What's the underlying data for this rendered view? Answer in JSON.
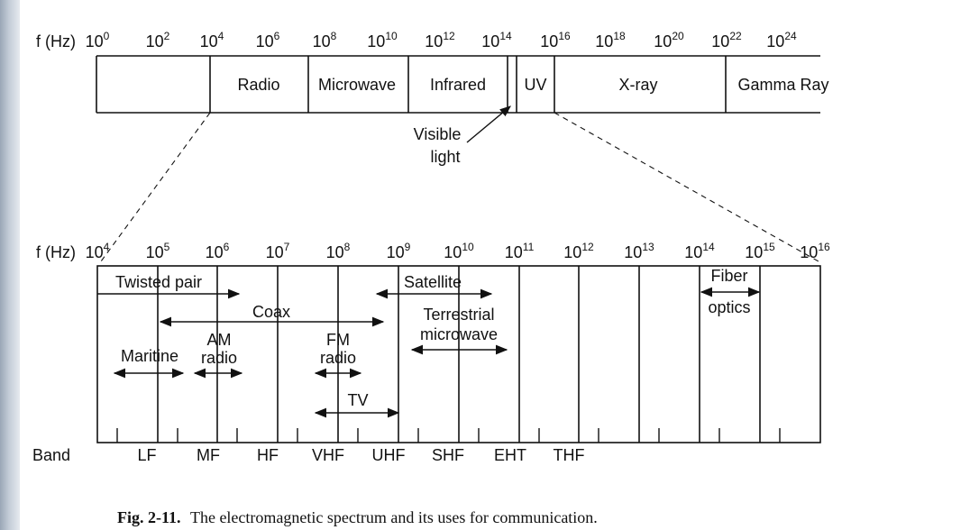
{
  "freq_label": "f (Hz)",
  "top_scale": {
    "ticks": [
      {
        "base": "10",
        "exp": "0"
      },
      {
        "base": "10",
        "exp": "2"
      },
      {
        "base": "10",
        "exp": "4"
      },
      {
        "base": "10",
        "exp": "6"
      },
      {
        "base": "10",
        "exp": "8"
      },
      {
        "base": "10",
        "exp": "10"
      },
      {
        "base": "10",
        "exp": "12"
      },
      {
        "base": "10",
        "exp": "14"
      },
      {
        "base": "10",
        "exp": "16"
      },
      {
        "base": "10",
        "exp": "18"
      },
      {
        "base": "10",
        "exp": "20"
      },
      {
        "base": "10",
        "exp": "22"
      },
      {
        "base": "10",
        "exp": "24"
      }
    ],
    "regions": [
      "Radio",
      "Microwave",
      "Infrared",
      "UV",
      "X-ray",
      "Gamma Ray"
    ],
    "visible_light": [
      "Visible",
      "light"
    ]
  },
  "bottom_scale": {
    "ticks": [
      {
        "base": "10",
        "exp": "4"
      },
      {
        "base": "10",
        "exp": "5"
      },
      {
        "base": "10",
        "exp": "6"
      },
      {
        "base": "10",
        "exp": "7"
      },
      {
        "base": "10",
        "exp": "8"
      },
      {
        "base": "10",
        "exp": "9"
      },
      {
        "base": "10",
        "exp": "10"
      },
      {
        "base": "10",
        "exp": "11"
      },
      {
        "base": "10",
        "exp": "12"
      },
      {
        "base": "10",
        "exp": "13"
      },
      {
        "base": "10",
        "exp": "14"
      },
      {
        "base": "10",
        "exp": "15"
      },
      {
        "base": "10",
        "exp": "16"
      }
    ],
    "uses": {
      "twisted_pair": "Twisted pair",
      "coax": "Coax",
      "satellite": "Satellite",
      "terrestrial": [
        "Terrestrial",
        "microwave"
      ],
      "fiber": [
        "Fiber",
        "optics"
      ],
      "maritime": "Maritine",
      "am": [
        "AM",
        "radio"
      ],
      "fm": [
        "FM",
        "radio"
      ],
      "tv": "TV"
    },
    "band_label": "Band",
    "bands": [
      "LF",
      "MF",
      "HF",
      "VHF",
      "UHF",
      "SHF",
      "EHT",
      "THF"
    ]
  },
  "caption": {
    "number": "Fig. 2-11.",
    "text": "The electromagnetic spectrum and its uses for communication."
  }
}
